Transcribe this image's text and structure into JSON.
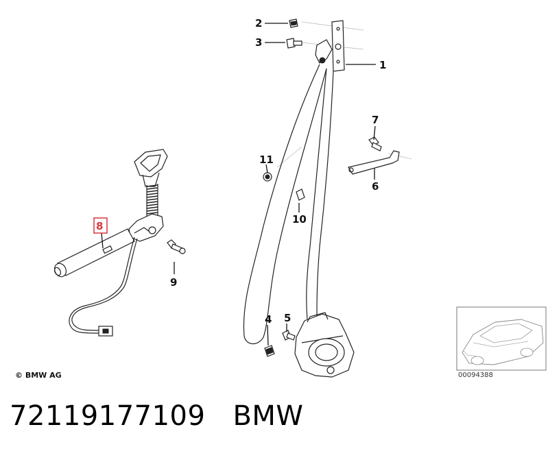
{
  "callouts": {
    "c1": "1",
    "c2": "2",
    "c3": "3",
    "c4": "4",
    "c5": "5",
    "c6": "6",
    "c7": "7",
    "c8": "8",
    "c9": "9",
    "c10": "10",
    "c11": "11"
  },
  "highlight_color": "#d9363e",
  "copyright": "© BMW AG",
  "diagram_ref": "00094388",
  "footer": {
    "part_number": "72119177109",
    "brand": "BMW"
  }
}
